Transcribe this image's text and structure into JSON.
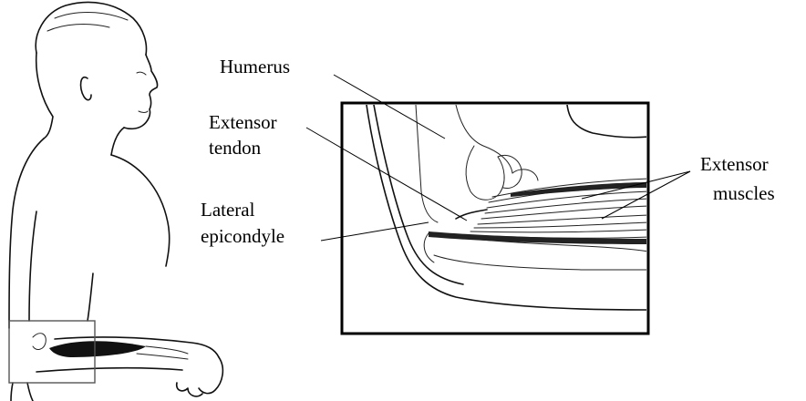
{
  "labels": {
    "humerus": "Humerus",
    "extensor_tendon_line1": "Extensor",
    "extensor_tendon_line2": "tendon",
    "lateral_epicondyle_line1": "Lateral",
    "lateral_epicondyle_line2": "epicondyle",
    "extensor_muscles_line1": "Extensor",
    "extensor_muscles_line2": "muscles"
  }
}
